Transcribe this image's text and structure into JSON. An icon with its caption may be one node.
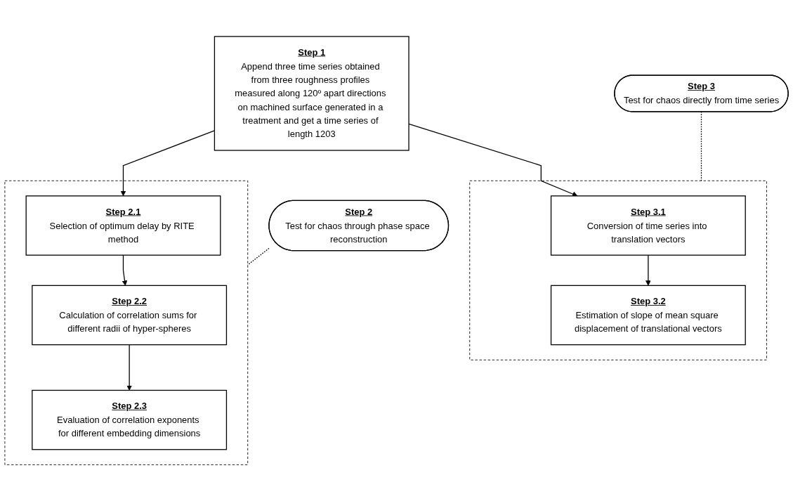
{
  "diagram": {
    "nodes": [
      {
        "text": [
          "Step 1",
          "Append three time series obtained from three roughness profiles measured along 120º apart directions on machined surface generated in a treatment and get a time series of length 1203"
        ]
      },
      {
        "text": [
          "Step 2",
          "Test for chaos through phase space reconstruction"
        ]
      },
      {
        "text": [],
        "shape": "box"
      },
      {
        "text": [
          "Step 2.2",
          "Calculation of correlation sums for different radii of hyper-spheres"
        ],
        "in": 2
      },
      {
        "text": [
          "Step 2.1",
          "Selection of optimum delay by RITE method"
        ],
        "in": 2
      },
      {
        "text": [
          "Step 2.3",
          "Evaluation of correlation exponents for different embedding dimensions"
        ],
        "in": 2
      },
      {
        "text": [
          "Step 3",
          "Test for chaos directly from time series"
        ]
      },
      {
        "text": [],
        "shape": "box"
      },
      {
        "text": [
          "Step 3.1",
          "Conversion of time series into translation vectors"
        ],
        "in": 7
      },
      {
        "text": [
          "Step 3.2",
          "Estimation of slope of mean square displacement of translational vectors"
        ],
        "in": 7
      }
    ],
    "edges": [
      {
        "from": 0,
        "to": 4,
        "arrow": "to"
      },
      {
        "from": 4,
        "to": 3,
        "arrow": "to"
      },
      {
        "from": 3,
        "to": 5,
        "arrow": "to"
      },
      {
        "from": 1,
        "to": 2,
        "arrow": "none",
        "style": "dashed"
      },
      {
        "from": 0,
        "to": 8,
        "arrow": "to"
      },
      {
        "from": 8,
        "to": 9,
        "arrow": "to"
      },
      {
        "from": 6,
        "to": 7,
        "arrow": "none",
        "style": "dashed"
      }
    ]
  }
}
